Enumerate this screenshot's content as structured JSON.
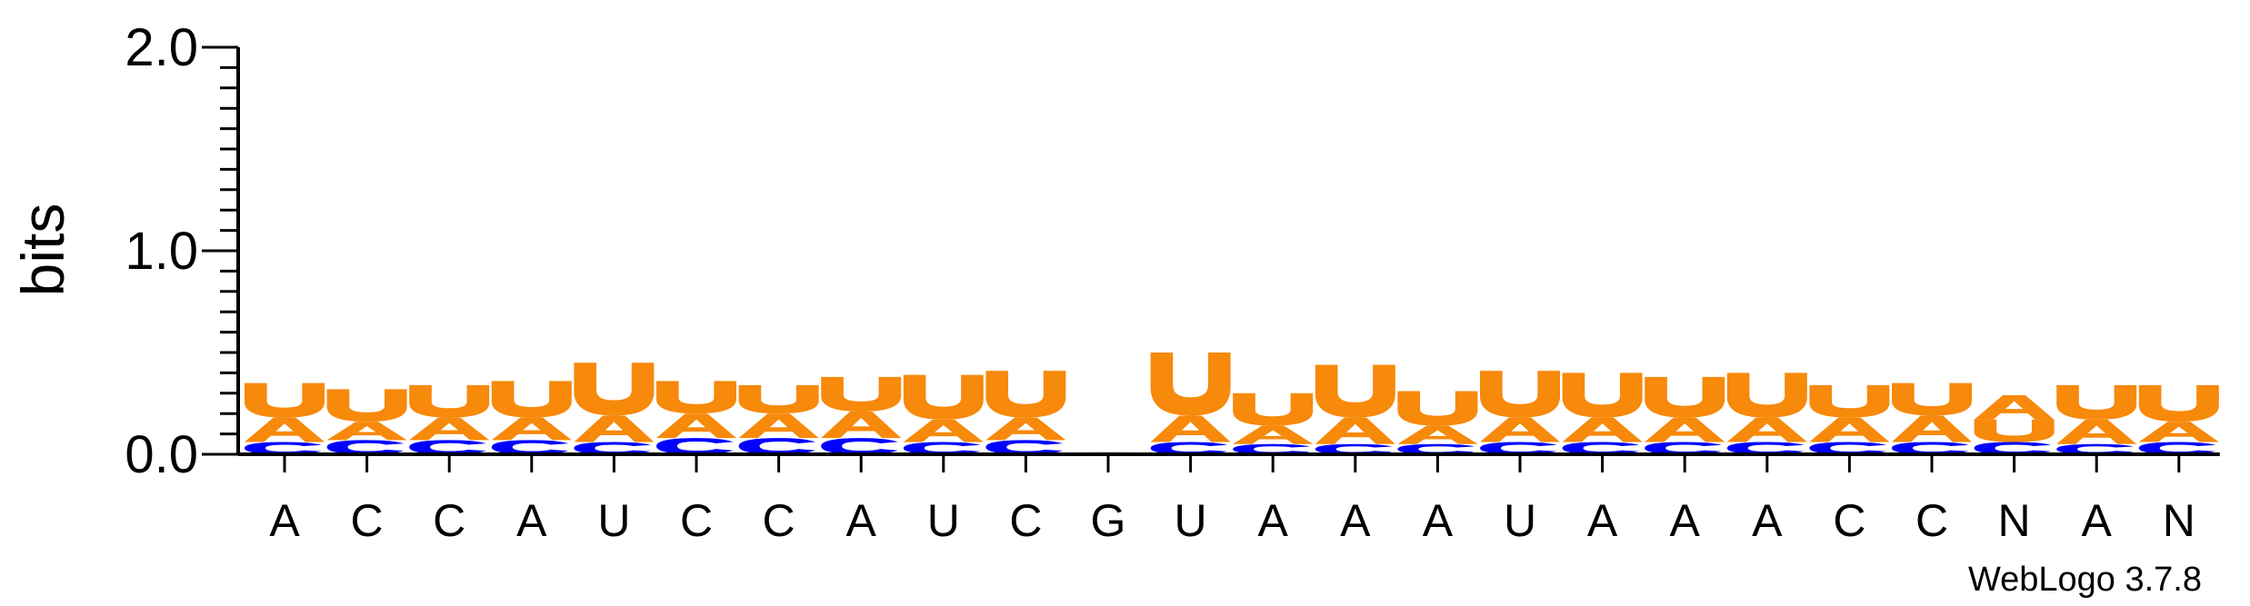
{
  "chart_data": {
    "type": "sequence-logo",
    "ylabel": "bits",
    "ylim": [
      0,
      2.0
    ],
    "y_ticks": [
      "0.0",
      "1.0",
      "2.0"
    ],
    "y_tick_values": [
      0,
      1,
      2
    ],
    "x_labels": [
      "A",
      "C",
      "C",
      "A",
      "U",
      "C",
      "C",
      "A",
      "U",
      "C",
      "G",
      "U",
      "A",
      "A",
      "A",
      "U",
      "A",
      "A",
      "A",
      "C",
      "C",
      "N",
      "A",
      "N"
    ],
    "footer": "WebLogo 3.7.8",
    "colors": {
      "U": "#f7890b",
      "A": "#f7890b",
      "C": "#0000ff",
      "G": "#f7890b"
    },
    "stacks": [
      [
        {
          "letter": "C",
          "bits": 0.06
        },
        {
          "letter": "A",
          "bits": 0.12
        },
        {
          "letter": "U",
          "bits": 0.17
        }
      ],
      [
        {
          "letter": "C",
          "bits": 0.07
        },
        {
          "letter": "A",
          "bits": 0.09
        },
        {
          "letter": "U",
          "bits": 0.16
        }
      ],
      [
        {
          "letter": "C",
          "bits": 0.07
        },
        {
          "letter": "A",
          "bits": 0.11
        },
        {
          "letter": "U",
          "bits": 0.16
        }
      ],
      [
        {
          "letter": "C",
          "bits": 0.07
        },
        {
          "letter": "A",
          "bits": 0.11
        },
        {
          "letter": "U",
          "bits": 0.18
        }
      ],
      [
        {
          "letter": "C",
          "bits": 0.06
        },
        {
          "letter": "A",
          "bits": 0.13
        },
        {
          "letter": "U",
          "bits": 0.26
        }
      ],
      [
        {
          "letter": "C",
          "bits": 0.08
        },
        {
          "letter": "A",
          "bits": 0.12
        },
        {
          "letter": "U",
          "bits": 0.16
        }
      ],
      [
        {
          "letter": "C",
          "bits": 0.08
        },
        {
          "letter": "A",
          "bits": 0.12
        },
        {
          "letter": "U",
          "bits": 0.14
        }
      ],
      [
        {
          "letter": "C",
          "bits": 0.08
        },
        {
          "letter": "A",
          "bits": 0.13
        },
        {
          "letter": "U",
          "bits": 0.17
        }
      ],
      [
        {
          "letter": "C",
          "bits": 0.06
        },
        {
          "letter": "A",
          "bits": 0.11
        },
        {
          "letter": "U",
          "bits": 0.22
        }
      ],
      [
        {
          "letter": "C",
          "bits": 0.07
        },
        {
          "letter": "A",
          "bits": 0.11
        },
        {
          "letter": "U",
          "bits": 0.23
        }
      ],
      [
        {
          "letter": "G",
          "bits": 0.01
        }
      ],
      [
        {
          "letter": "C",
          "bits": 0.06
        },
        {
          "letter": "A",
          "bits": 0.13
        },
        {
          "letter": "U",
          "bits": 0.31
        }
      ],
      [
        {
          "letter": "C",
          "bits": 0.05
        },
        {
          "letter": "A",
          "bits": 0.09
        },
        {
          "letter": "U",
          "bits": 0.16
        }
      ],
      [
        {
          "letter": "C",
          "bits": 0.05
        },
        {
          "letter": "A",
          "bits": 0.13
        },
        {
          "letter": "U",
          "bits": 0.26
        }
      ],
      [
        {
          "letter": "C",
          "bits": 0.05
        },
        {
          "letter": "A",
          "bits": 0.09
        },
        {
          "letter": "U",
          "bits": 0.17
        }
      ],
      [
        {
          "letter": "C",
          "bits": 0.06
        },
        {
          "letter": "A",
          "bits": 0.12
        },
        {
          "letter": "U",
          "bits": 0.23
        }
      ],
      [
        {
          "letter": "C",
          "bits": 0.06
        },
        {
          "letter": "A",
          "bits": 0.12
        },
        {
          "letter": "U",
          "bits": 0.22
        }
      ],
      [
        {
          "letter": "C",
          "bits": 0.06
        },
        {
          "letter": "A",
          "bits": 0.12
        },
        {
          "letter": "U",
          "bits": 0.2
        }
      ],
      [
        {
          "letter": "C",
          "bits": 0.06
        },
        {
          "letter": "A",
          "bits": 0.12
        },
        {
          "letter": "U",
          "bits": 0.22
        }
      ],
      [
        {
          "letter": "C",
          "bits": 0.06
        },
        {
          "letter": "A",
          "bits": 0.12
        },
        {
          "letter": "U",
          "bits": 0.16
        }
      ],
      [
        {
          "letter": "C",
          "bits": 0.06
        },
        {
          "letter": "A",
          "bits": 0.13
        },
        {
          "letter": "U",
          "bits": 0.16
        }
      ],
      [
        {
          "letter": "C",
          "bits": 0.06
        },
        {
          "letter": "U",
          "bits": 0.11
        },
        {
          "letter": "A",
          "bits": 0.12
        }
      ],
      [
        {
          "letter": "C",
          "bits": 0.05
        },
        {
          "letter": "A",
          "bits": 0.12
        },
        {
          "letter": "U",
          "bits": 0.17
        }
      ],
      [
        {
          "letter": "C",
          "bits": 0.06
        },
        {
          "letter": "A",
          "bits": 0.1
        },
        {
          "letter": "U",
          "bits": 0.18
        }
      ]
    ]
  }
}
